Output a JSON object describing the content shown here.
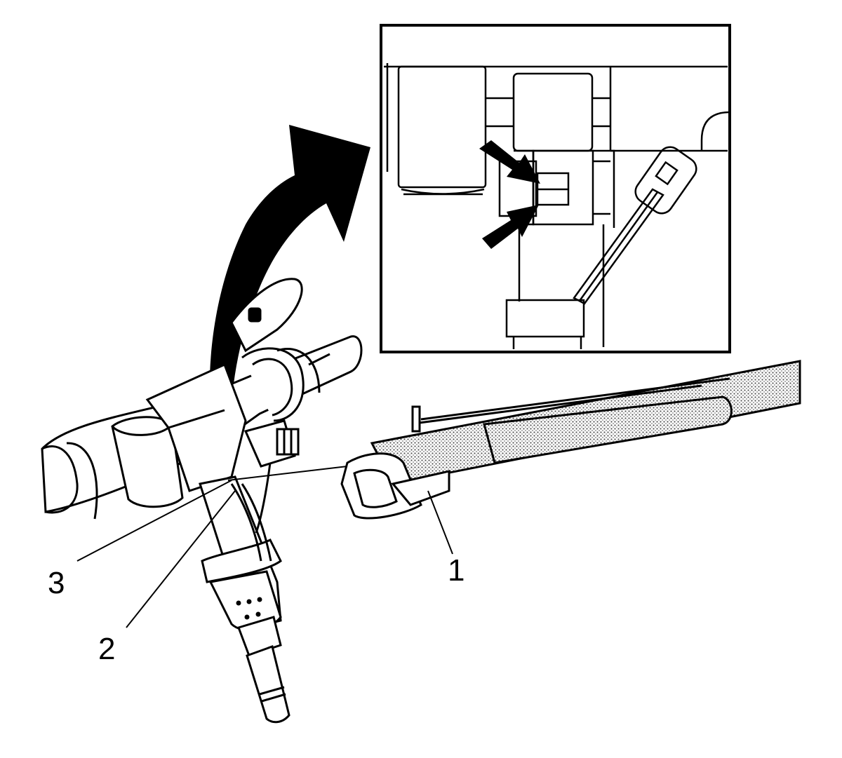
{
  "callouts": [
    {
      "id": "1",
      "label": "1",
      "part": "tool-strap"
    },
    {
      "id": "2",
      "label": "2",
      "part": "connector-lock"
    },
    {
      "id": "3",
      "label": "3",
      "part": "injector-connector"
    }
  ],
  "icons": [
    "curved-arrow-icon",
    "pointer-arrow-icon"
  ],
  "colors": {
    "stroke": "#000000",
    "background": "#ffffff",
    "hatch": "#777777"
  }
}
